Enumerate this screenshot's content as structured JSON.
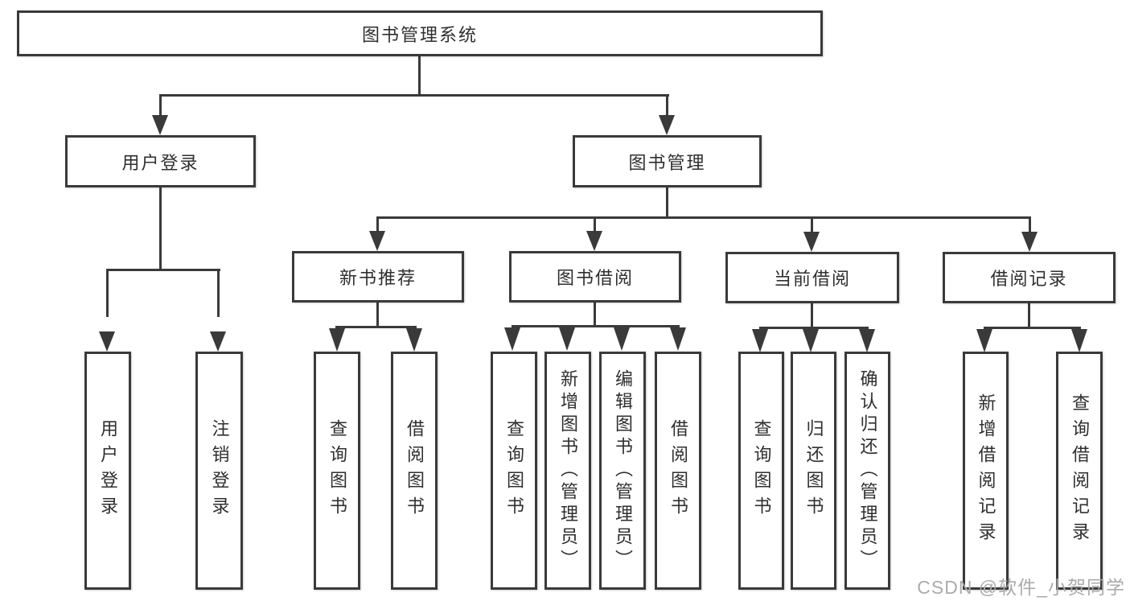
{
  "colors": {
    "line": "#3a3a3a",
    "text": "#2f2f2f",
    "watermark": "#ababab",
    "background": "#ffffff"
  },
  "watermark": "CSDN @软件_小贺同学",
  "tree": {
    "label": "图书管理系统",
    "children": [
      {
        "label": "用户登录",
        "children": [
          {
            "label": "用户登录"
          },
          {
            "label": "注销登录"
          }
        ]
      },
      {
        "label": "图书管理",
        "children": [
          {
            "label": "新书推荐",
            "children": [
              {
                "label": "查询图书"
              },
              {
                "label": "借阅图书"
              }
            ]
          },
          {
            "label": "图书借阅",
            "children": [
              {
                "label": "查询图书"
              },
              {
                "label": "新增图书（管理员）"
              },
              {
                "label": "编辑图书（管理员）"
              },
              {
                "label": "借阅图书"
              }
            ]
          },
          {
            "label": "当前借阅",
            "children": [
              {
                "label": "查询图书"
              },
              {
                "label": "归还图书"
              },
              {
                "label": "确认归还（管理员）"
              }
            ]
          },
          {
            "label": "借阅记录",
            "children": [
              {
                "label": "新增借阅记录"
              },
              {
                "label": "查询借阅记录"
              }
            ]
          }
        ]
      }
    ]
  }
}
